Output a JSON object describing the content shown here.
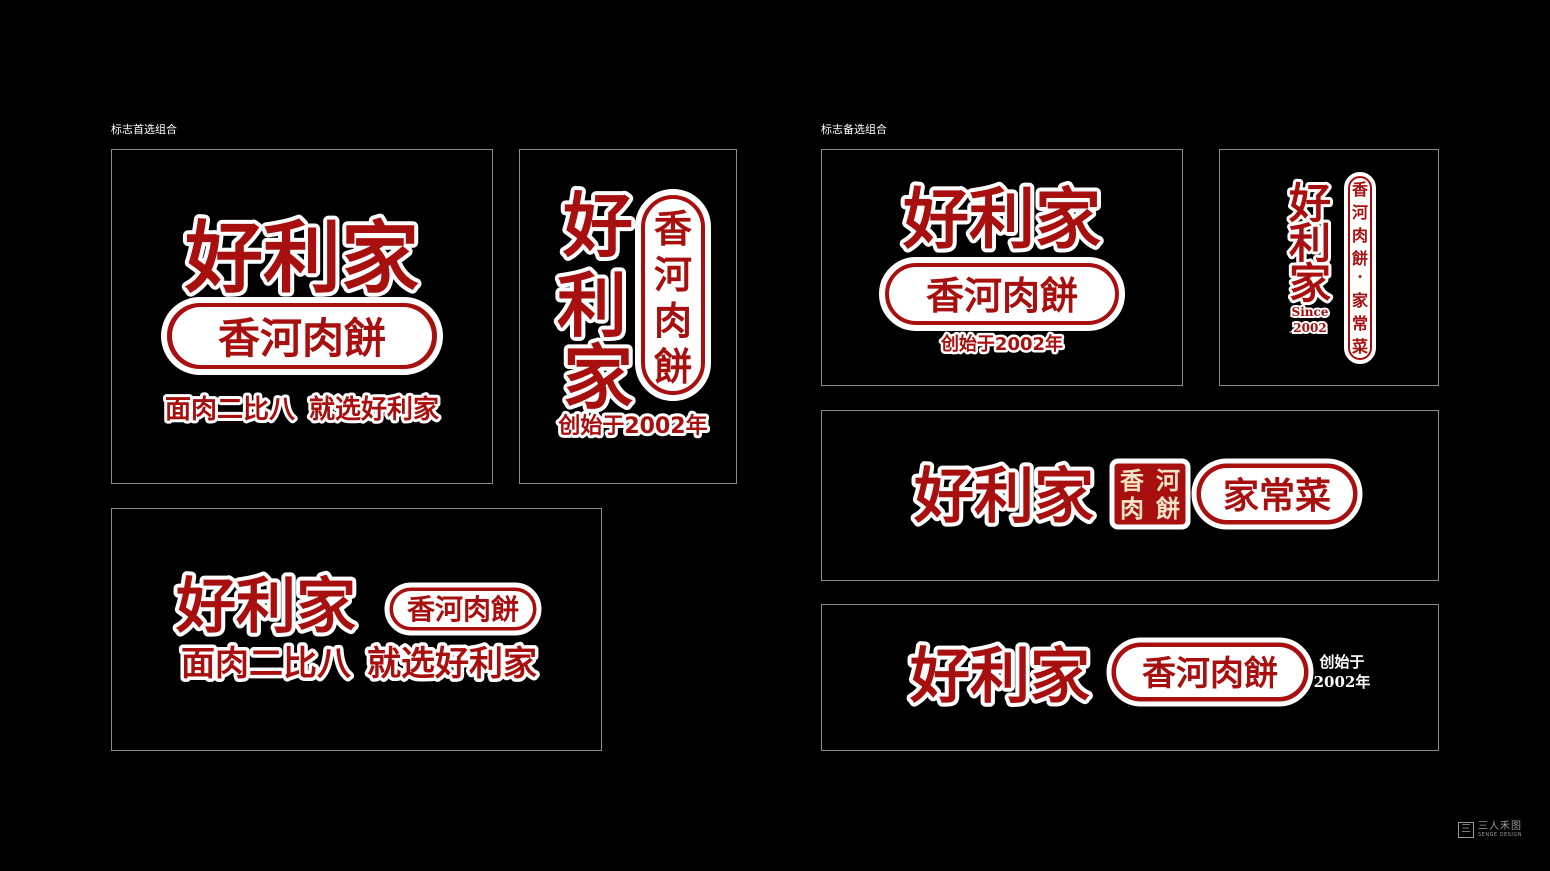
{
  "sections": {
    "primary_label": "标志首选组合",
    "alternate_label": "标志备选组合"
  },
  "brand": {
    "name": "好利家",
    "name_chars": [
      "好",
      "利",
      "家"
    ],
    "product": "香河肉餅",
    "product_chars": [
      "香",
      "河",
      "肉",
      "餅"
    ],
    "slogan_part1": "面肉二比八",
    "slogan_part2": "就选好利家",
    "founded": "创始于2002年",
    "founded_line1": "创始于",
    "founded_line2": "2002年",
    "since_label": "Since",
    "since_year": "2002",
    "home_cooking": "家常菜",
    "home_cooking_chars": [
      "家",
      "常",
      "菜"
    ],
    "dot": "·"
  },
  "watermark": {
    "icon": "三",
    "name": "三人禾图",
    "subtitle": "SENGE DESIGN"
  },
  "colors": {
    "background": "#000000",
    "brand_red": "#a80f0f",
    "outline": "#ffffff",
    "frame_border": "#8a8a8a",
    "badge_fill": "#f5e6c8"
  }
}
